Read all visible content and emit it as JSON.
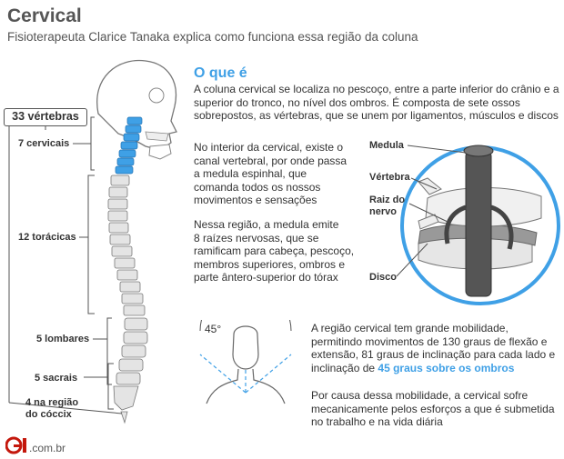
{
  "header": {
    "title": "Cervical",
    "subtitle": "Fisioterapeuta Clarice Tanaka explica como funciona essa região da coluna"
  },
  "spine_labels": {
    "total": "33 vértebras",
    "cervical": "7 cervicais",
    "toracicas": "12 torácicas",
    "lombares": "5 lombares",
    "sacrais": "5 sacrais",
    "coccix_line1": "4 na região",
    "coccix_line2": "do cóccix"
  },
  "section": {
    "heading": "O que é",
    "para1": [
      "A coluna cervical se localiza no pescoço, entre a parte inferior do crânio e a",
      "superior do tronco, no nível dos ombros. É composta de sete ossos",
      "sobrepostos, as vértebras, que se unem por ligamentos, músculos e discos"
    ],
    "para2": [
      "No interior da cervical, existe o",
      "canal vertebral, por onde passa",
      "a medula espinhal, que",
      "comanda todos os nossos",
      "movimentos e sensações"
    ],
    "para3": [
      "Nessa região, a medula emite",
      "8 raízes nervosas, que se",
      "ramificam para cabeça, pescoço,",
      "membros superiores, ombros e",
      "parte ântero-superior do tórax"
    ]
  },
  "vertebra_labels": {
    "medula": "Medula",
    "vertebra": "Vértebra",
    "raiz_line1": "Raiz do",
    "raiz_line2": "nervo",
    "disco": "Disco"
  },
  "mobility": {
    "angle_label": "45°",
    "para1": [
      "A região cervical tem grande mobilidade,",
      "permitindo movimentos de 130 graus de flexão e",
      "extensão, 81 graus de inclinação para cada lado e"
    ],
    "para1_last_prefix": "inclinação de ",
    "para1_highlight": "45 graus sobre os ombros",
    "para2": [
      "Por causa dessa mobilidade, a cervical sofre",
      "mecanicamente pelos esforços a que é submetida",
      "no trabalho e na vida diária"
    ]
  },
  "footer": {
    "logo_text": "G1",
    "domain": ".com.br"
  },
  "colors": {
    "accent": "#3fa0e6",
    "bone": "#d9d9d9",
    "outline": "#666666"
  }
}
